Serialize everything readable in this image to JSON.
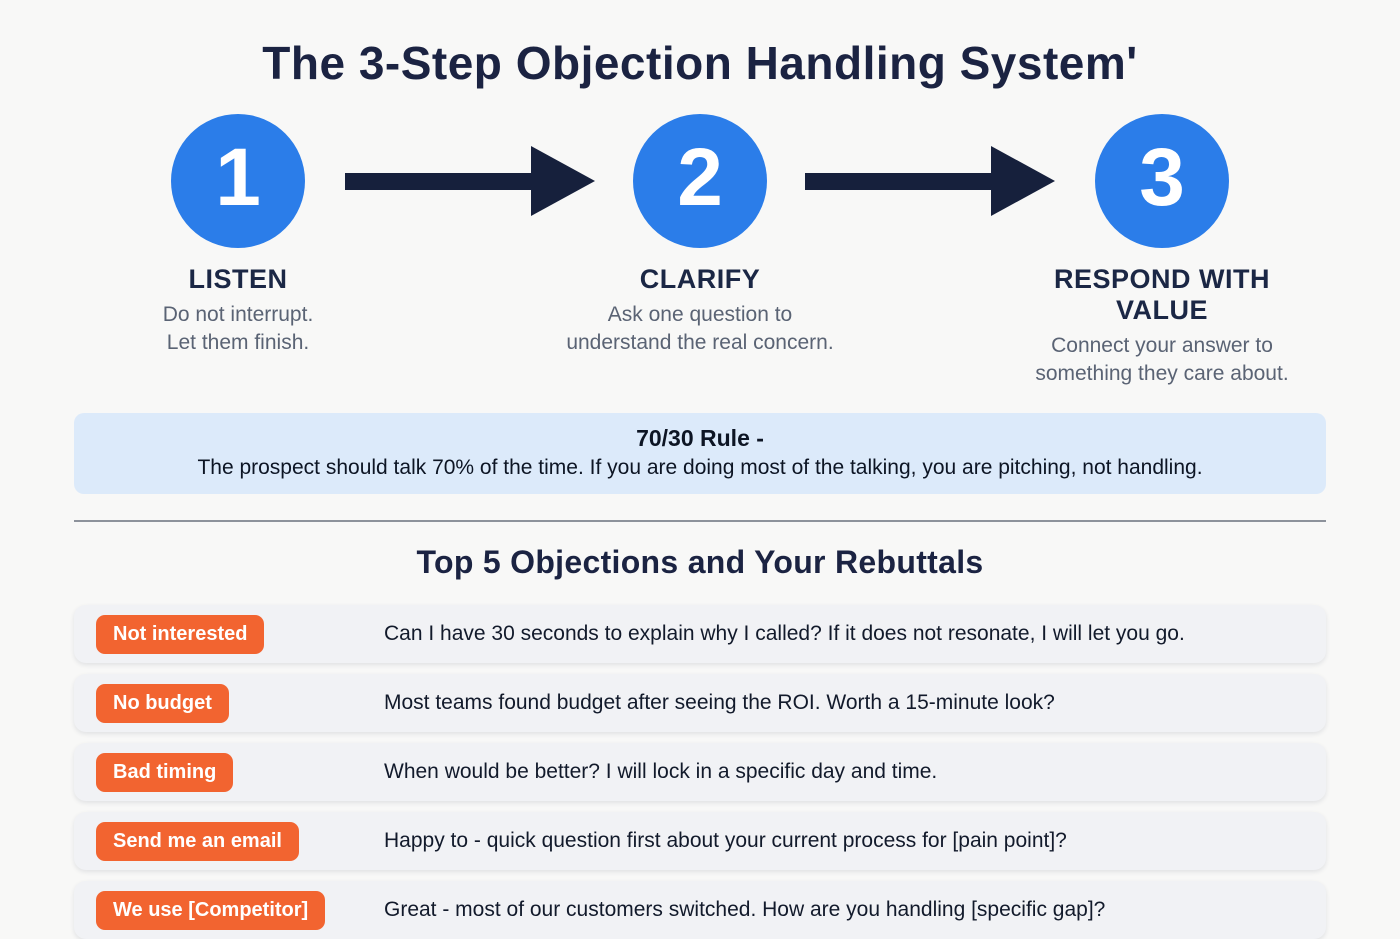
{
  "title": "The 3-Step Objection Handling System'",
  "steps": [
    {
      "number": "1",
      "label": "LISTEN",
      "description": "Do not interrupt.\nLet them finish."
    },
    {
      "number": "2",
      "label": "CLARIFY",
      "description": "Ask one question to\nunderstand the real concern."
    },
    {
      "number": "3",
      "label": "RESPOND WITH VALUE",
      "description": "Connect your answer to\nsomething they care about."
    }
  ],
  "rule_box": {
    "title": "70/30 Rule -",
    "text": "The prospect should talk 70% of the time. If you are doing most of the talking, you are pitching, not handling."
  },
  "rebuttals_section": {
    "heading": "Top 5 Objections and Your Rebuttals",
    "items": [
      {
        "objection": "Not interested",
        "rebuttal": "Can I have 30 seconds to explain why I called? If it does not resonate, I will let you go."
      },
      {
        "objection": "No budget",
        "rebuttal": "Most teams found budget after seeing the ROI. Worth a 15-minute look?"
      },
      {
        "objection": "Bad timing",
        "rebuttal": "When would be better? I will lock in a specific day and time."
      },
      {
        "objection": "Send me an email",
        "rebuttal": "Happy to - quick question first about your current process for [pain point]?"
      },
      {
        "objection": "We use [Competitor]",
        "rebuttal": "Great - most of our customers switched. How are you handling [specific gap]?"
      }
    ]
  },
  "colors": {
    "accent_blue": "#2b7de9",
    "badge_orange": "#f26430",
    "dark_navy": "#1b2342",
    "rule_box_bg": "#dceafa",
    "row_bg": "#f1f2f5"
  }
}
